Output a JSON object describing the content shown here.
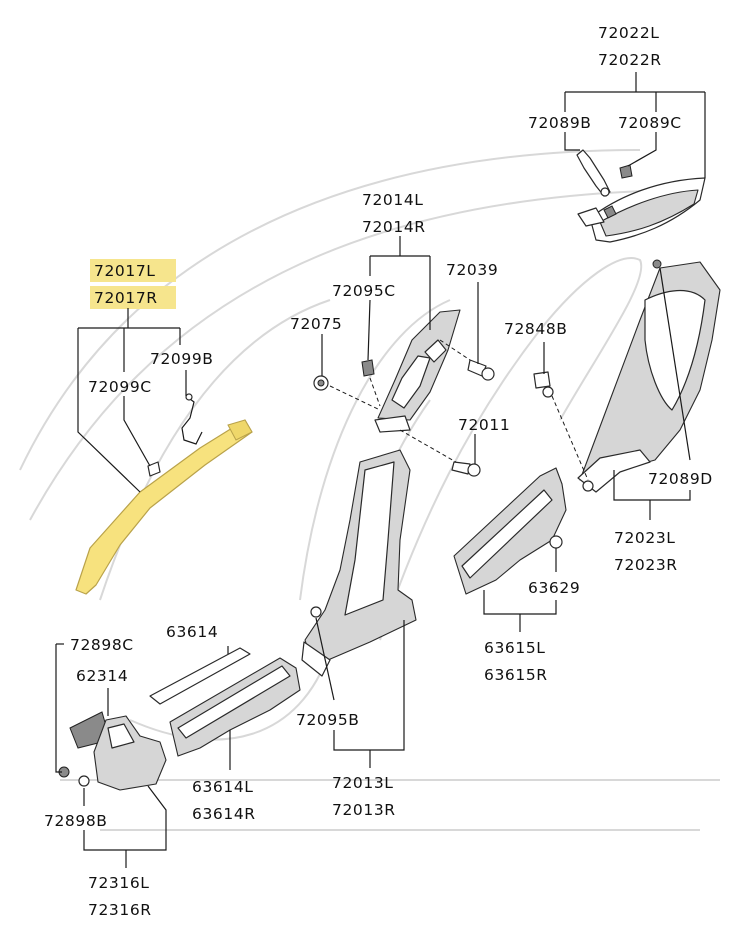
{
  "labels": {
    "p72022l": "72022L",
    "p72022r": "72022R",
    "p72089b": "72089B",
    "p72089c": "72089C",
    "p72014l": "72014L",
    "p72014r": "72014R",
    "p72017l": "72017L",
    "p72017r": "72017R",
    "p72039": "72039",
    "p72095c": "72095C",
    "p72075": "72075",
    "p72848b": "72848B",
    "p72099b": "72099B",
    "p72099c": "72099C",
    "p72011": "72011",
    "p72089d": "72089D",
    "p72023l": "72023L",
    "p72023r": "72023R",
    "p63629": "63629",
    "p63614": "63614",
    "p72898c": "72898C",
    "p62314": "62314",
    "p63615l": "63615L",
    "p63615r": "63615R",
    "p72095b": "72095B",
    "p63614l": "63614L",
    "p63614r": "63614R",
    "p72013l": "72013L",
    "p72013r": "72013R",
    "p72898b": "72898B",
    "p72316l": "72316L",
    "p72316r": "72316R"
  },
  "watermark": "",
  "colors": {
    "highlight": "#f6e58d",
    "highlighted_part": "#f7e27e",
    "line": "#1a1a1a"
  }
}
